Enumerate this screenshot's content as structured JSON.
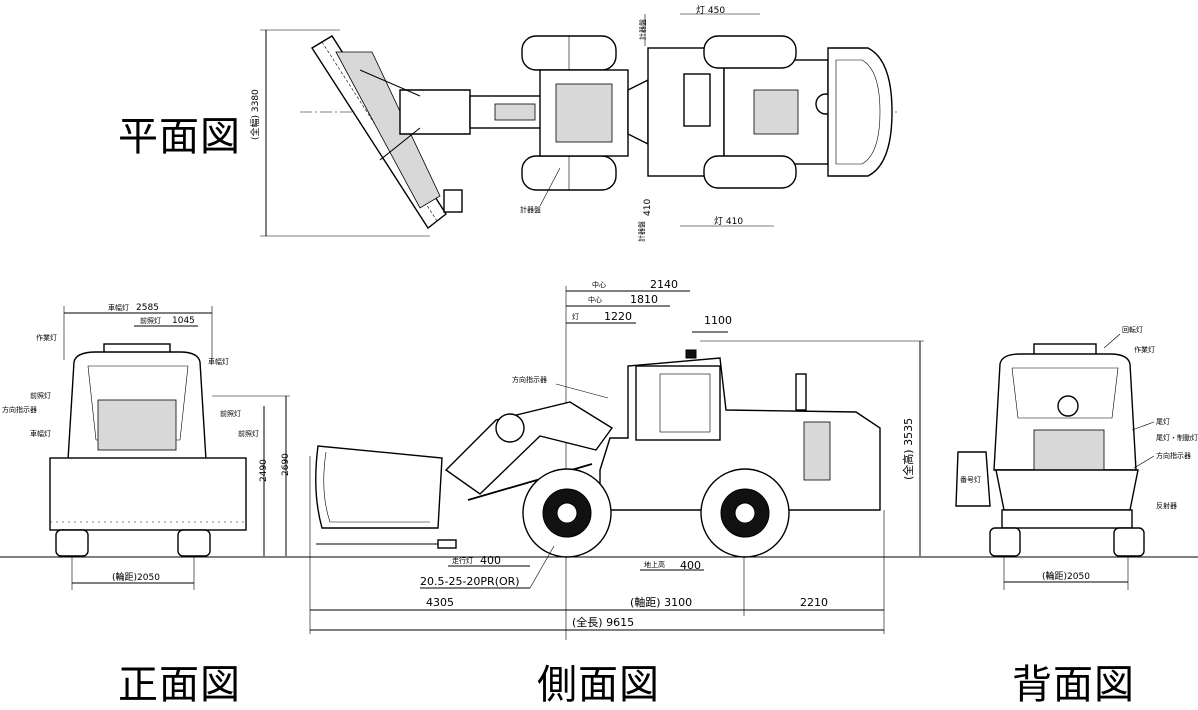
{
  "titles": {
    "plan": "平面図",
    "front": "正面図",
    "side": "側面図",
    "rear": "背面図"
  },
  "plan_dims": {
    "width": "(全幅) 3380",
    "top_light": "灯 450",
    "right_light": "灯 410",
    "bottom_vert": "410",
    "label_a": "計器盤",
    "label_left_top": "計器盤",
    "label_left_bottom": "計器盤"
  },
  "front_dims": {
    "top_width": "2585",
    "top_width_label": "車幅灯",
    "sub_width": "1045",
    "sub_width_label": "前照灯",
    "h1": "2490",
    "h2": "2690",
    "track": "(輪距)2050",
    "labels": [
      "作業灯",
      "前照灯",
      "方向指示器",
      "車幅灯",
      "車幅灯",
      "前照灯",
      "前照灯"
    ]
  },
  "side_dims": {
    "d2140": "2140",
    "d1810": "1810",
    "d1220": "1220",
    "d1100": "1100",
    "height": "(全高) 3535",
    "tire": "20.5-25-20PR(OR)",
    "ground1": "400",
    "ground1_label": "走行灯",
    "ground2": "400",
    "ground2_label": "地上高",
    "front_overhang": "4305",
    "wheelbase": "(軸距) 3100",
    "rear_overhang": "2210",
    "overall": "(全長) 9615",
    "label_top": "方向指示器",
    "label_a": "中心",
    "label_b": "中心",
    "label_c": "灯"
  },
  "rear_dims": {
    "track": "(輪距)2050",
    "labels": [
      "回転灯",
      "作業灯",
      "尾灯",
      "尾灯・制動灯",
      "方向指示器",
      "番号灯",
      "反射器"
    ]
  }
}
